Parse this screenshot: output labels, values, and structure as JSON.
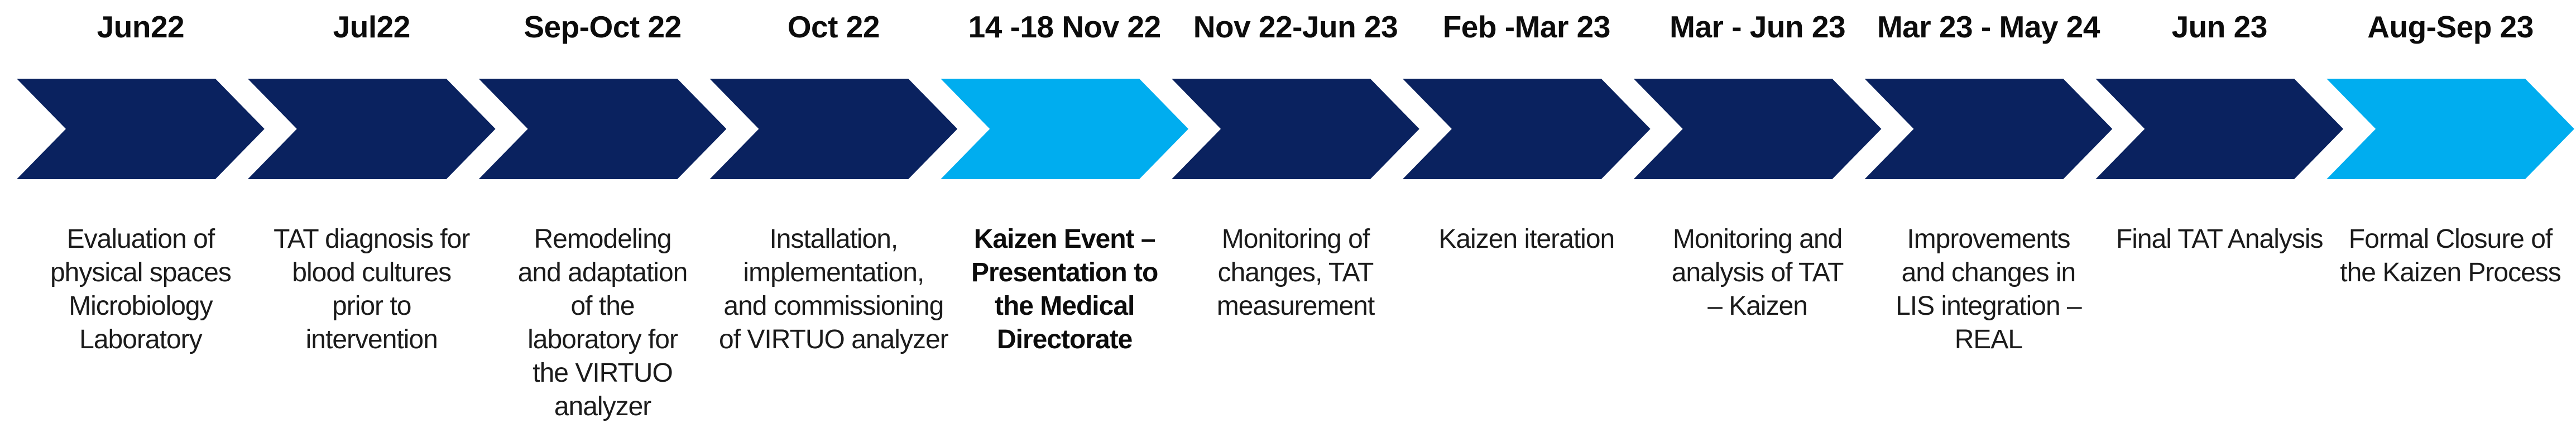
{
  "palette": {
    "stage_default": "#0A225F",
    "stage_highlight": "#00ADEF"
  },
  "timeline": {
    "stages": [
      {
        "date": "Jun22",
        "description": "Evaluation of\nphysical spaces\nMicrobiology\nLaboratory",
        "highlighted": false,
        "bold_description": false
      },
      {
        "date": "Jul22",
        "description": "TAT diagnosis for\nblood cultures\nprior to\nintervention",
        "highlighted": false,
        "bold_description": false
      },
      {
        "date": "Sep-Oct 22",
        "description": "Remodeling\nand adaptation\nof the\nlaboratory for\nthe VIRTUO\nanalyzer",
        "highlighted": false,
        "bold_description": false
      },
      {
        "date": "Oct 22",
        "description": "Installation,\nimplementation,\nand commissioning\nof VIRTUO analyzer",
        "highlighted": false,
        "bold_description": false
      },
      {
        "date": "14 -18 Nov 22",
        "description": "Kaizen Event –\nPresentation to\nthe Medical\nDirectorate",
        "highlighted": true,
        "bold_description": true
      },
      {
        "date": "Nov 22-Jun 23",
        "description": "Monitoring of\nchanges, TAT\nmeasurement",
        "highlighted": false,
        "bold_description": false
      },
      {
        "date": "Feb -Mar 23",
        "description": "Kaizen iteration",
        "highlighted": false,
        "bold_description": false
      },
      {
        "date": "Mar - Jun 23",
        "description": "Monitoring and\nanalysis of TAT\n– Kaizen",
        "highlighted": false,
        "bold_description": false
      },
      {
        "date": "Mar 23 - May 24",
        "description": "Improvements\nand changes in\nLIS integration –\nREAL",
        "highlighted": false,
        "bold_description": false
      },
      {
        "date": "Jun 23",
        "description": "Final TAT Analysis",
        "highlighted": false,
        "bold_description": false
      },
      {
        "date": "Aug-Sep 23",
        "description": "Formal Closure of\nthe Kaizen Process",
        "highlighted": true,
        "bold_description": false
      }
    ]
  }
}
